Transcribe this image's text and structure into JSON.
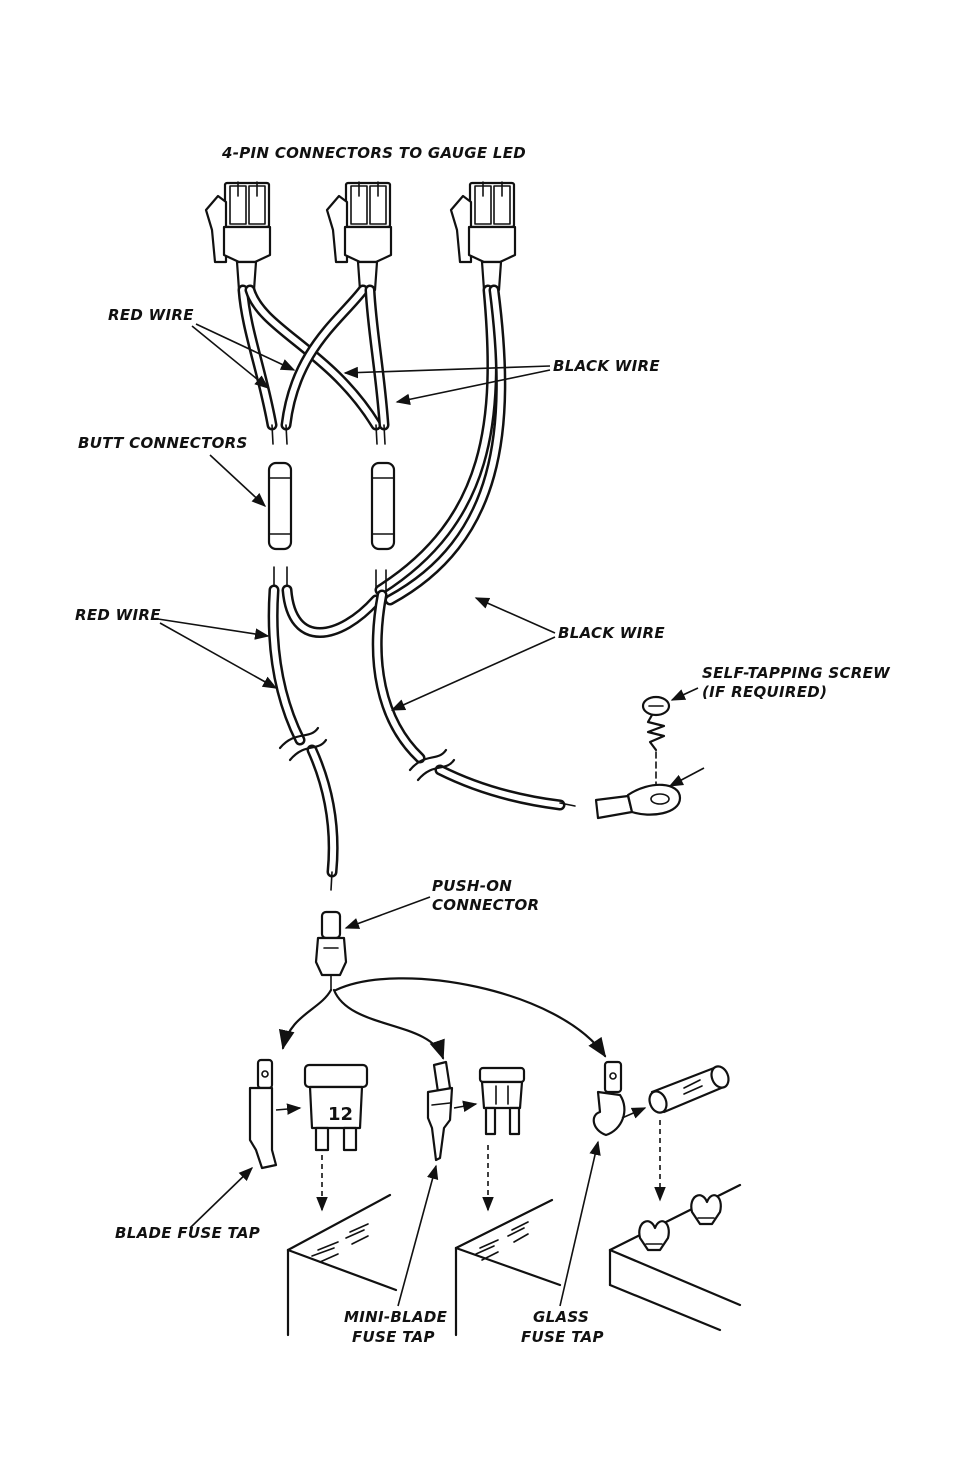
{
  "labels": {
    "connectors_title": "4-PIN CONNECTORS TO GAUGE LED",
    "red_wire_top": "RED WIRE",
    "black_wire_top": "BLACK WIRE",
    "butt_connectors": "BUTT CONNECTORS",
    "red_wire_bottom": "RED WIRE",
    "black_wire_bottom": "BLACK WIRE",
    "screw_line1": "SELF-TAPPING SCREW",
    "screw_line2": "(IF REQUIRED)",
    "push_on_line1": "PUSH-ON",
    "push_on_line2": "CONNECTOR",
    "blade_fuse_tap": "BLADE FUSE TAP",
    "mini_blade_line1": "MINI-BLADE",
    "mini_blade_line2": "FUSE TAP",
    "glass_line1": "GLASS",
    "glass_line2": "FUSE TAP"
  }
}
